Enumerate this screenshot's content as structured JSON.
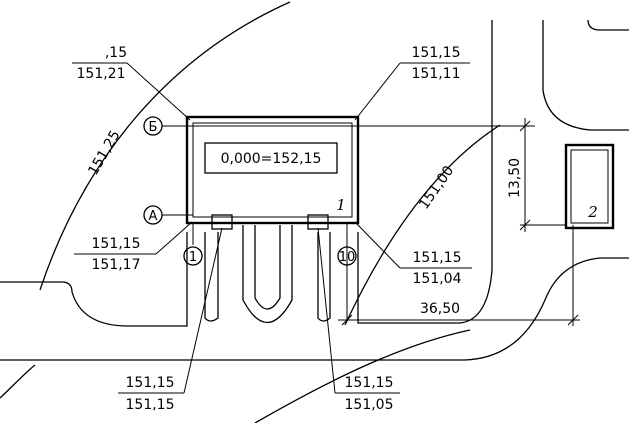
{
  "building": {
    "zero_level": "0,000=152,15",
    "number": "1"
  },
  "axes": {
    "upper": "Б",
    "lower": "А",
    "left": "1",
    "right": "10"
  },
  "elevations": {
    "top_left": {
      "design": ",15",
      "existing": "151,21"
    },
    "top_right": {
      "design": "151,15",
      "existing": "151,11"
    },
    "bottom_left": {
      "design": "151,15",
      "existing": "151,17"
    },
    "bottom_right": {
      "design": "151,15",
      "existing": "151,04"
    },
    "entrance_left": {
      "design": "151,15",
      "existing": "151,15"
    },
    "entrance_right": {
      "design": "151,15",
      "existing": "151,05"
    }
  },
  "contours": {
    "arc_outer": "151,25",
    "arc_inner": "151,00"
  },
  "dimensions": {
    "vertical": "13,50",
    "horizontal": "36,50"
  },
  "neighbor_building": {
    "number": "2"
  }
}
